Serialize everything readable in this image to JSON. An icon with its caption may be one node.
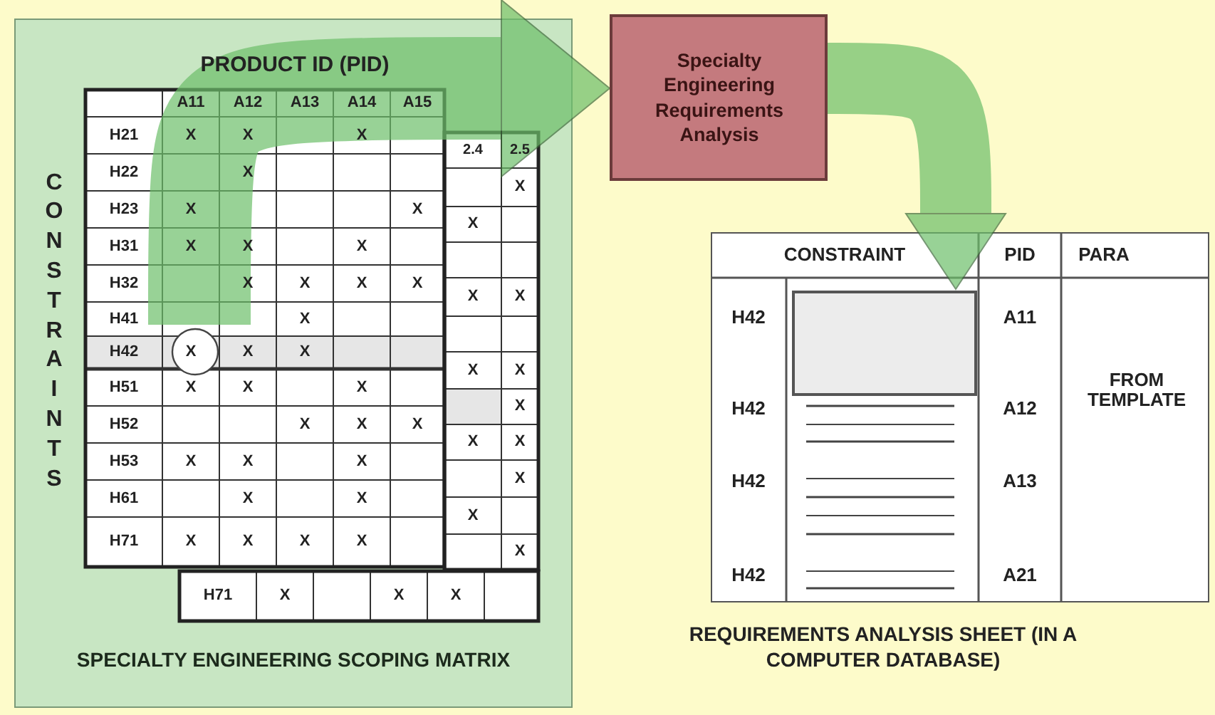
{
  "diagram": {
    "nodes": [
      {
        "text": [
          "SPECIALTY ENGINEERING SCOPING MATRIX"
        ]
      },
      {
        "text": [
          "Specialty Engineering Requirements Analysis"
        ]
      },
      {
        "text": [],
        "shape": "box",
        "beside": [
          "REQUIREMENTS ANALYSIS SHEET (IN A COMPUTER DATABASE)"
        ]
      },
      {
        "text": [],
        "shape": "box",
        "in": 2
      }
    ],
    "edges": [
      {
        "from": 0,
        "to": 1,
        "arrow": "to"
      },
      {
        "from": 1,
        "to": 3,
        "arrow": "to"
      }
    ],
    "labels": [
      "PRODUCT ID (PID)",
      "CONSTRAINTS",
      "A11",
      "A12",
      "A13",
      "A14",
      "A15",
      "H21",
      "X",
      "X",
      "X",
      "H22",
      "X",
      "H23",
      "X",
      "X",
      "H31",
      "X",
      "X",
      "X",
      "H32",
      "X",
      "X",
      "X",
      "X",
      "H41",
      "X",
      "H42",
      "X",
      "X",
      "X",
      "H51",
      "X",
      "X",
      "X",
      "H52",
      "X",
      "X",
      "X",
      "H53",
      "X",
      "X",
      "X",
      "H61",
      "X",
      "X",
      "H71",
      "X",
      "X",
      "X",
      "X",
      "2.4",
      "2.5",
      "X",
      "X",
      "X",
      "X",
      "X",
      "X",
      "X",
      "X",
      "X",
      "X",
      "X",
      "X",
      "H71",
      "X",
      "X",
      "X",
      "CONSTRAINT",
      "PID",
      "PARA",
      "H42",
      "A11",
      "FROM TEMPLATE",
      "H42",
      "A12",
      "H42",
      "A13",
      "H42",
      "A21"
    ]
  }
}
